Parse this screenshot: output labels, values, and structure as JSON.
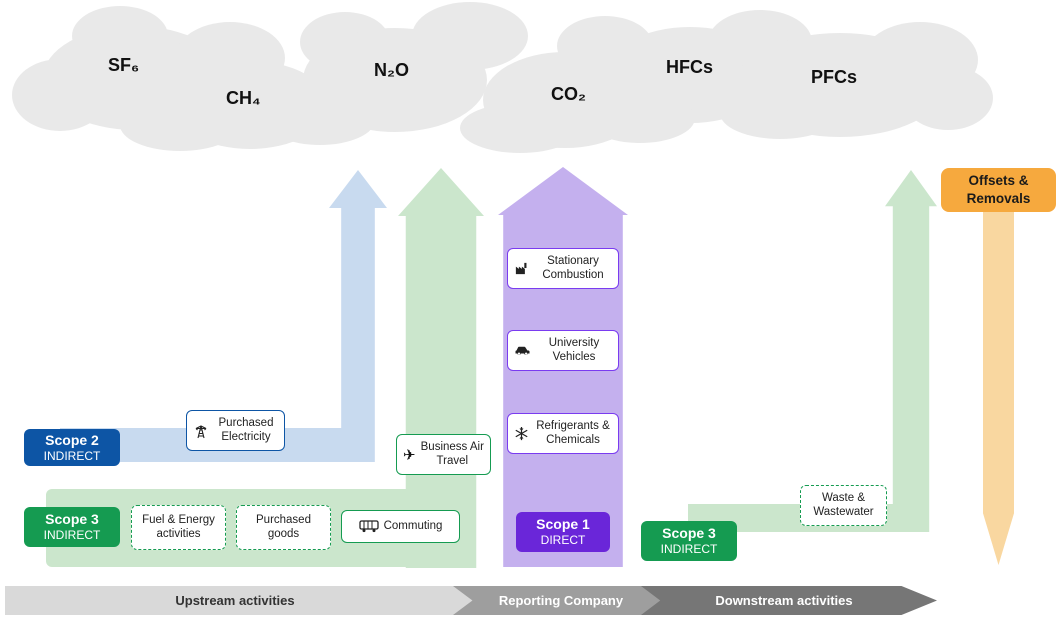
{
  "gases": [
    {
      "label": "SF₆"
    },
    {
      "label": "CH₄"
    },
    {
      "label": "N₂O"
    },
    {
      "label": "CO₂"
    },
    {
      "label": "HFCs"
    },
    {
      "label": "PFCs"
    }
  ],
  "badges": {
    "scope2": {
      "title": "Scope 2",
      "subtitle": "INDIRECT"
    },
    "scope3_upstream": {
      "title": "Scope 3",
      "subtitle": "INDIRECT"
    },
    "scope1": {
      "title": "Scope 1",
      "subtitle": "DIRECT"
    },
    "scope3_downstream": {
      "title": "Scope 3",
      "subtitle": "INDIRECT"
    },
    "offsets": {
      "label": "Offsets & Removals"
    }
  },
  "boxes": {
    "purchased_electricity": {
      "label": "Purchased Electricity",
      "icon": "transmission-tower-icon"
    },
    "business_air_travel": {
      "label": "Business Air Travel",
      "icon": "airplane-icon"
    },
    "fuel_energy": {
      "label": "Fuel & Energy activities"
    },
    "purchased_goods": {
      "label": "Purchased goods"
    },
    "commuting": {
      "label": "Commuting",
      "icon": "bus-icon"
    },
    "stationary_combustion": {
      "label": "Stationary Combustion",
      "icon": "factory-icon"
    },
    "university_vehicles": {
      "label": "University Vehicles",
      "icon": "car-icon"
    },
    "refrigerants_chemicals": {
      "label": "Refrigerants & Chemicals",
      "icon": "snowflake-icon"
    },
    "waste_wastewater": {
      "label": "Waste & Wastewater"
    }
  },
  "banner": {
    "upstream": "Upstream activities",
    "reporting": "Reporting Company",
    "downstream": "Downstream activities"
  },
  "colors": {
    "scope1_accent": "#6a26d9",
    "scope1_light": "#c4b0ee",
    "scope2_accent": "#0d55a5",
    "scope2_light": "#c8daef",
    "scope3_accent": "#159b51",
    "scope3_light": "#cbe6cc",
    "offsets_accent": "#f6a93e",
    "offsets_light": "#f9d7a0",
    "cloud": "#e9e9e9"
  }
}
